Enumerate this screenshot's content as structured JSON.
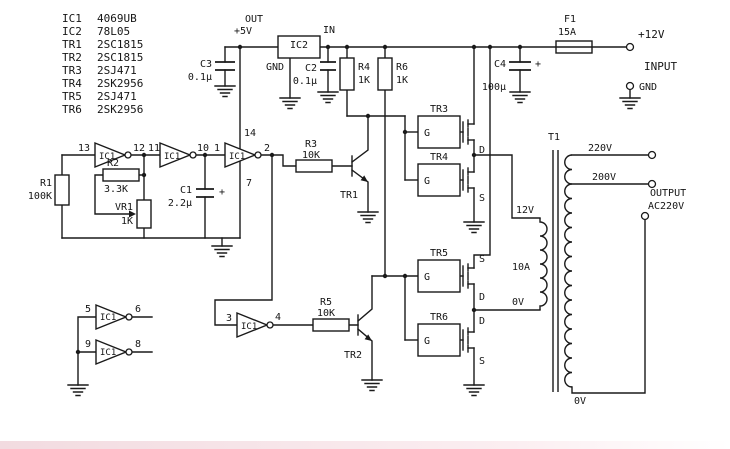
{
  "parts_list": [
    {
      "ref": "IC1",
      "value": "4069UB"
    },
    {
      "ref": "IC2",
      "value": "78L05"
    },
    {
      "ref": "TR1",
      "value": "2SC1815"
    },
    {
      "ref": "TR2",
      "value": "2SC1815"
    },
    {
      "ref": "TR3",
      "value": "2SJ471"
    },
    {
      "ref": "TR4",
      "value": "2SK2956"
    },
    {
      "ref": "TR5",
      "value": "2SJ471"
    },
    {
      "ref": "TR6",
      "value": "2SK2956"
    }
  ],
  "regulator": {
    "out": "OUT",
    "v5": "+5V",
    "name": "IC2",
    "gnd": "GND",
    "in": "IN"
  },
  "components": {
    "c3_ref": "C3",
    "c3_val": "0.1μ",
    "c2_ref": "C2",
    "c2_val": "0.1μ",
    "r4_ref": "R4",
    "r4_val": "1K",
    "r6_ref": "R6",
    "r6_val": "1K",
    "c4_ref": "C4",
    "c4_val": "100μ",
    "c4_plus": "+",
    "f1_ref": "F1",
    "f1_val": "15A",
    "r1_ref": "R1",
    "r1_val": "100K",
    "r2_ref": "R2",
    "r2_val": "3.3K",
    "vr1_ref": "VR1",
    "vr1_val": "1K",
    "c1_ref": "C1",
    "c1_val": "2.2μ",
    "c1_plus": "+",
    "r3_ref": "R3",
    "r3_val": "10K",
    "r5_ref": "R5",
    "r5_val": "10K"
  },
  "input_terminals": {
    "v12": "+12V",
    "input": "INPUT",
    "gnd": "GND"
  },
  "ic1_gates": {
    "label": "IC1",
    "pins": {
      "p13": "13",
      "p12": "12",
      "p11": "11",
      "p10": "10",
      "p1": "1",
      "p14": "14",
      "p7": "7",
      "p2": "2",
      "p3": "3",
      "p4": "4",
      "p5": "5",
      "p6": "6",
      "p9": "9",
      "p8": "8"
    }
  },
  "transistors": {
    "tr1": "TR1",
    "tr2": "TR2",
    "tr3": "TR3",
    "tr4": "TR4",
    "tr5": "TR5",
    "tr6": "TR6",
    "gate": "G",
    "drain": "D",
    "source": "S"
  },
  "transformer": {
    "name": "T1",
    "tap_220": "220V",
    "tap_200": "200V",
    "tap_12": "12V",
    "rating": "10A",
    "tap_0_primary": "0V",
    "tap_0_secondary": "0V",
    "output_line1": "OUTPUT",
    "output_line2": "AC220V"
  }
}
